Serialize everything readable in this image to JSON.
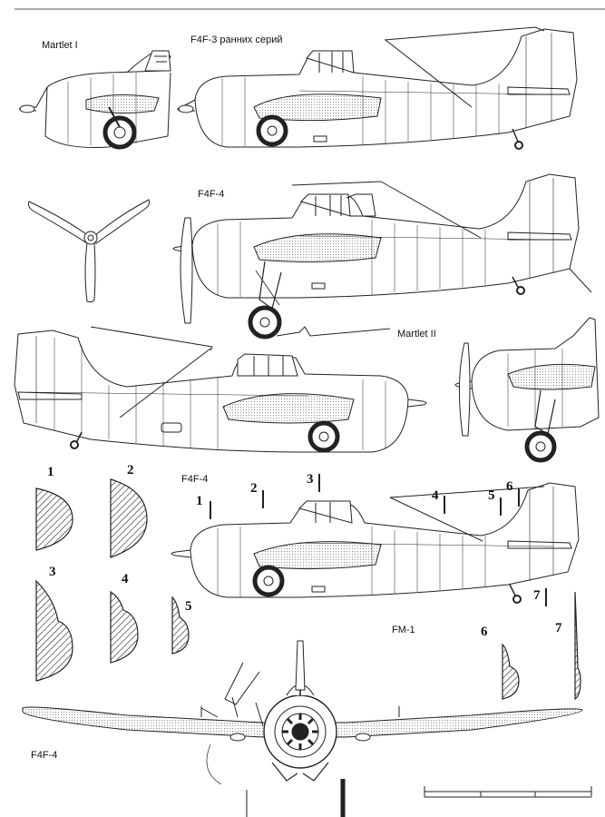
{
  "labels": {
    "martlet_i": "Martlet I",
    "f4f3": "F4F-3 ранних серий",
    "f4f4_top": "F4F-4",
    "martlet_ii": "Martlet II",
    "f4f4_mid": "F4F-4",
    "fm1": "FM-1",
    "f4f4_front": "F4F-4"
  },
  "section_numbers": {
    "s1": "1",
    "s2": "2",
    "s3": "3",
    "s4": "4",
    "s5": "5",
    "s6": "6",
    "s7": "7"
  },
  "station_numbers": {
    "st1": "1",
    "st2": "2",
    "st3": "3",
    "st4": "4",
    "st5": "5",
    "st6": "6",
    "st7": "7"
  }
}
